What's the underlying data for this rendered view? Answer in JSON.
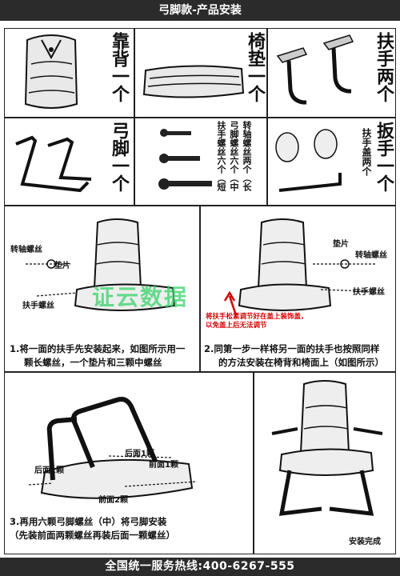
{
  "header": {
    "title": "弓脚款-产品安装"
  },
  "parts": {
    "backrest": "靠背一个",
    "seat": "椅垫一个",
    "armrests": "扶手两个",
    "legs": "弓脚一个",
    "screws": [
      "转轴螺丝两个（长",
      "弓脚螺丝六个（中",
      "扶手螺丝六个（短"
    ],
    "covers": "扶手盖两个",
    "wrench": "扳手一个"
  },
  "step1": {
    "label_axis_screw": "转轴螺丝",
    "label_washer": "垫片",
    "label_arm_screw": "扶手螺丝",
    "text": [
      "1.将一面的扶手先安装起来，如图所示用一",
      "颗长螺丝，一个垫片和三颗中螺丝"
    ]
  },
  "step2": {
    "label_washer": "垫片",
    "label_axis_screw": "转轴螺丝",
    "label_arm_screw": "扶手螺丝",
    "note": [
      "将扶手松紧调节好在盖上装饰盖，",
      "以免盖上后无法调节"
    ],
    "text": [
      "2.同第一步一样将另一面的扶手也按照同样",
      "的方法安装在椅背和椅面上（如图所示）"
    ]
  },
  "step3": {
    "label_back1": "后面1颗",
    "label_front1": "前面1颗",
    "label_back1b": "后面1颗",
    "label_front2": "前面2颗",
    "text": [
      "3.再用六颗弓脚螺丝（中）将弓脚安装",
      "（先装前面两颗螺丝再装后面一颗螺丝）"
    ]
  },
  "done": {
    "text": "安装完成"
  },
  "watermark": "证云数据",
  "footer": {
    "hotline": "全国统一服务热线:400-6267-555"
  }
}
